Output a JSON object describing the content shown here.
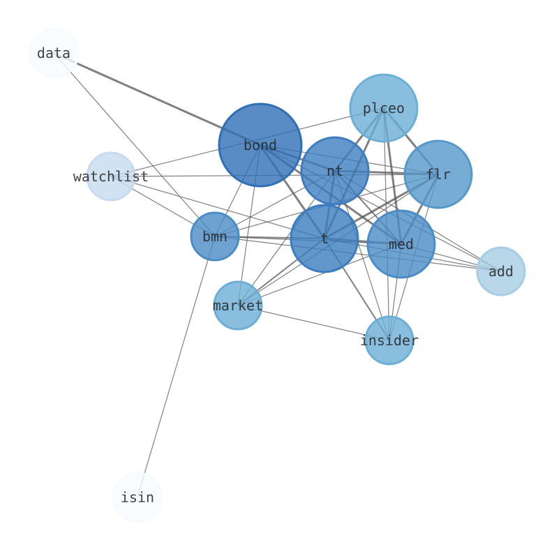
{
  "graph": {
    "nodes": [
      {
        "id": "data",
        "label": "data",
        "color": "#f7fbff",
        "weight": 1
      },
      {
        "id": "plceo",
        "label": "plceo",
        "color": "#6baed6",
        "weight": 4
      },
      {
        "id": "bond",
        "label": "bond",
        "color": "#2f6fb5",
        "weight": 6
      },
      {
        "id": "nt",
        "label": "nt",
        "color": "#3d7dbf",
        "weight": 4
      },
      {
        "id": "flr",
        "label": "flr",
        "color": "#5599cb",
        "weight": 4
      },
      {
        "id": "watchlist",
        "label": "watchlist",
        "color": "#c6dbef",
        "weight": 2
      },
      {
        "id": "bmn",
        "label": "bmn",
        "color": "#4a8cc6",
        "weight": 2
      },
      {
        "id": "t",
        "label": "t",
        "color": "#3b7dbf",
        "weight": 4
      },
      {
        "id": "med",
        "label": "med",
        "color": "#4a8cc6",
        "weight": 4
      },
      {
        "id": "add",
        "label": "add",
        "color": "#a6cde3",
        "weight": 2
      },
      {
        "id": "market",
        "label": "market",
        "color": "#6baed6",
        "weight": 2
      },
      {
        "id": "insider",
        "label": "insider",
        "color": "#6baed6",
        "weight": 2
      },
      {
        "id": "isin",
        "label": "isin",
        "color": "#f7fbff",
        "weight": 1
      }
    ],
    "edges": [
      [
        "data",
        "bond",
        3
      ],
      [
        "data",
        "bmn",
        1.2
      ],
      [
        "watchlist",
        "plceo",
        1.2
      ],
      [
        "watchlist",
        "flr",
        1.2
      ],
      [
        "watchlist",
        "bmn",
        1.2
      ],
      [
        "watchlist",
        "t",
        1.2
      ],
      [
        "bond",
        "nt",
        3
      ],
      [
        "bond",
        "t",
        3
      ],
      [
        "bond",
        "med",
        3
      ],
      [
        "bond",
        "flr",
        1.2
      ],
      [
        "bond",
        "add",
        1.2
      ],
      [
        "bond",
        "bmn",
        1.2
      ],
      [
        "bond",
        "market",
        1.2
      ],
      [
        "nt",
        "flr",
        3
      ],
      [
        "nt",
        "plceo",
        3
      ],
      [
        "nt",
        "t",
        3
      ],
      [
        "nt",
        "med",
        2
      ],
      [
        "nt",
        "add",
        1.2
      ],
      [
        "nt",
        "insider",
        1.2
      ],
      [
        "nt",
        "bmn",
        1.2
      ],
      [
        "nt",
        "market",
        1.2
      ],
      [
        "plceo",
        "t",
        3
      ],
      [
        "plceo",
        "med",
        3
      ],
      [
        "plceo",
        "flr",
        3
      ],
      [
        "plceo",
        "insider",
        1.2
      ],
      [
        "flr",
        "t",
        3
      ],
      [
        "flr",
        "med",
        3
      ],
      [
        "flr",
        "insider",
        1.2
      ],
      [
        "flr",
        "bmn",
        1.2
      ],
      [
        "flr",
        "market",
        1.2
      ],
      [
        "t",
        "med",
        3
      ],
      [
        "t",
        "add",
        1.2
      ],
      [
        "t",
        "market",
        2
      ],
      [
        "t",
        "bmn",
        2
      ],
      [
        "t",
        "insider",
        2
      ],
      [
        "med",
        "add",
        1.2
      ],
      [
        "med",
        "market",
        1.2
      ],
      [
        "med",
        "insider",
        1.2
      ],
      [
        "med",
        "bmn",
        1.2
      ],
      [
        "bmn",
        "add",
        1.2
      ],
      [
        "bmn",
        "isin",
        1.2
      ],
      [
        "market",
        "insider",
        1.2
      ]
    ]
  }
}
